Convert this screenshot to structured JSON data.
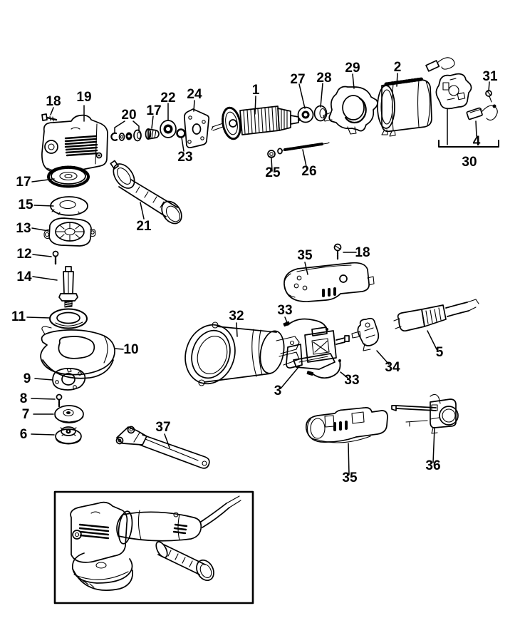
{
  "labels": {
    "l1": "1",
    "l2": "2",
    "l3": "3",
    "l4": "4",
    "l5": "5",
    "l6": "6",
    "l7": "7",
    "l8": "8",
    "l9": "9",
    "l10": "10",
    "l11": "11",
    "l12": "12",
    "l13": "13",
    "l14": "14",
    "l15": "15",
    "l17a": "17",
    "l17b": "17",
    "l18a": "18",
    "l18b": "18",
    "l19": "19",
    "l20": "20",
    "l21": "21",
    "l22": "22",
    "l23": "23",
    "l24": "24",
    "l25": "25",
    "l26": "26",
    "l27": "27",
    "l28": "28",
    "l29": "29",
    "l30": "30",
    "l31": "31",
    "l32": "32",
    "l33a": "33",
    "l33b": "33",
    "l34": "34",
    "l35a": "35",
    "l35b": "35",
    "l36": "36",
    "l37": "37"
  }
}
